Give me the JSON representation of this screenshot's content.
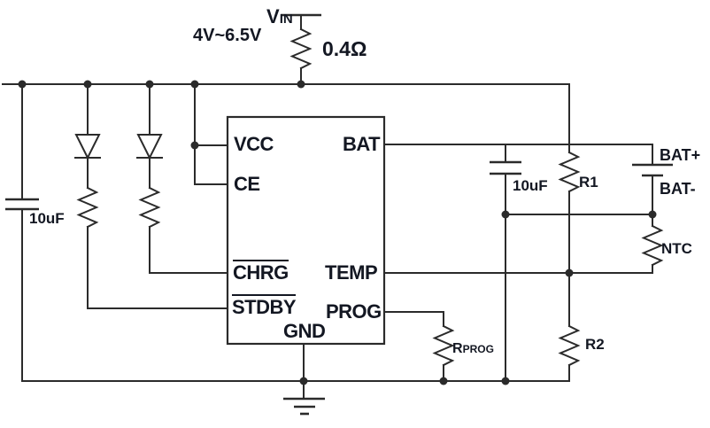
{
  "colors": {
    "wire": "#2b2b2b",
    "text": "#131722",
    "background": "#ffffff"
  },
  "power": {
    "vin": {
      "main": "V",
      "sub": "IN"
    },
    "vin_range": "4V~6.5V",
    "rin_value": "0.4Ω"
  },
  "ic": {
    "pin_vcc": "VCC",
    "pin_ce": "CE",
    "pin_chrg": "CHRG",
    "pin_stdby": "STDBY",
    "pin_gnd": "GND",
    "pin_bat": "BAT",
    "pin_temp": "TEMP",
    "pin_prog": "PROG"
  },
  "components": {
    "cap_in": "10uF",
    "cap_bat": "10uF",
    "r1": "R1",
    "r2": "R2",
    "ntc": "NTC",
    "rprog": {
      "main": "R",
      "sub": "PROG"
    },
    "bat_plus": "BAT+",
    "bat_minus": "BAT-"
  }
}
